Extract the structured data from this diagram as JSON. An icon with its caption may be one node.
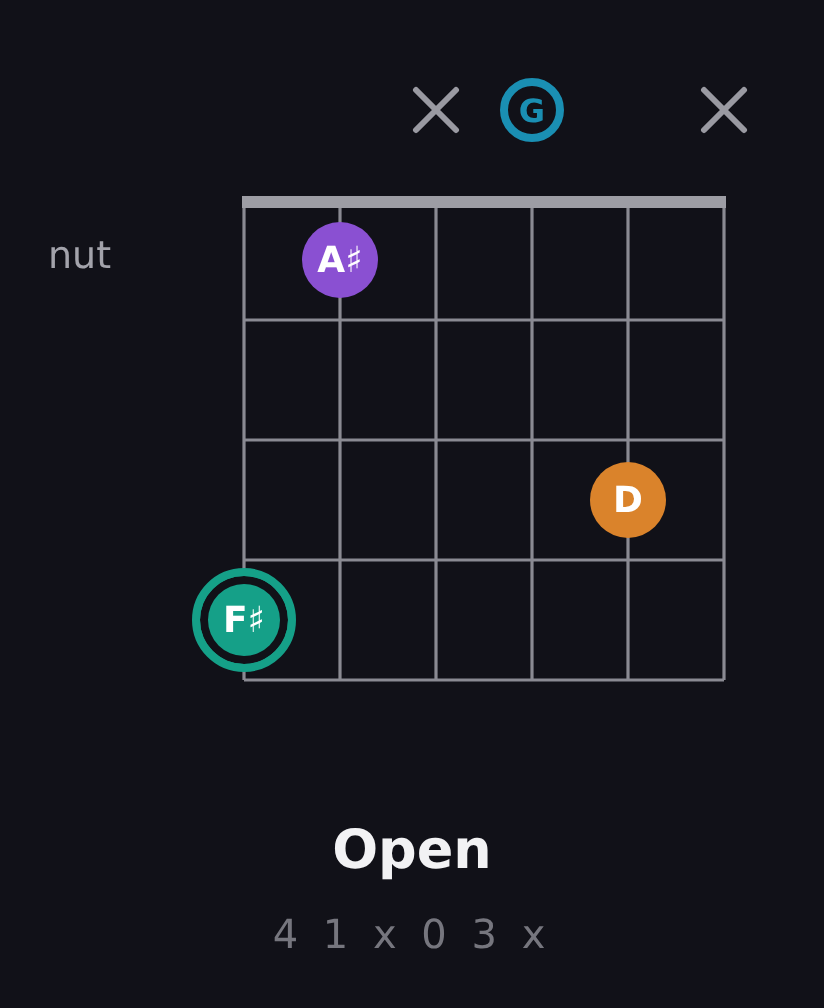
{
  "diagram": {
    "title": "Open",
    "caption": "4 1 x 0 3 x",
    "nodes": [
      {
        "text": [
          "G"
        ]
      },
      {
        "text": [
          "A♯"
        ]
      },
      {
        "text": [
          "D"
        ]
      },
      {
        "text": [
          "F♯"
        ]
      }
    ],
    "labels": [
      "nut"
    ]
  }
}
